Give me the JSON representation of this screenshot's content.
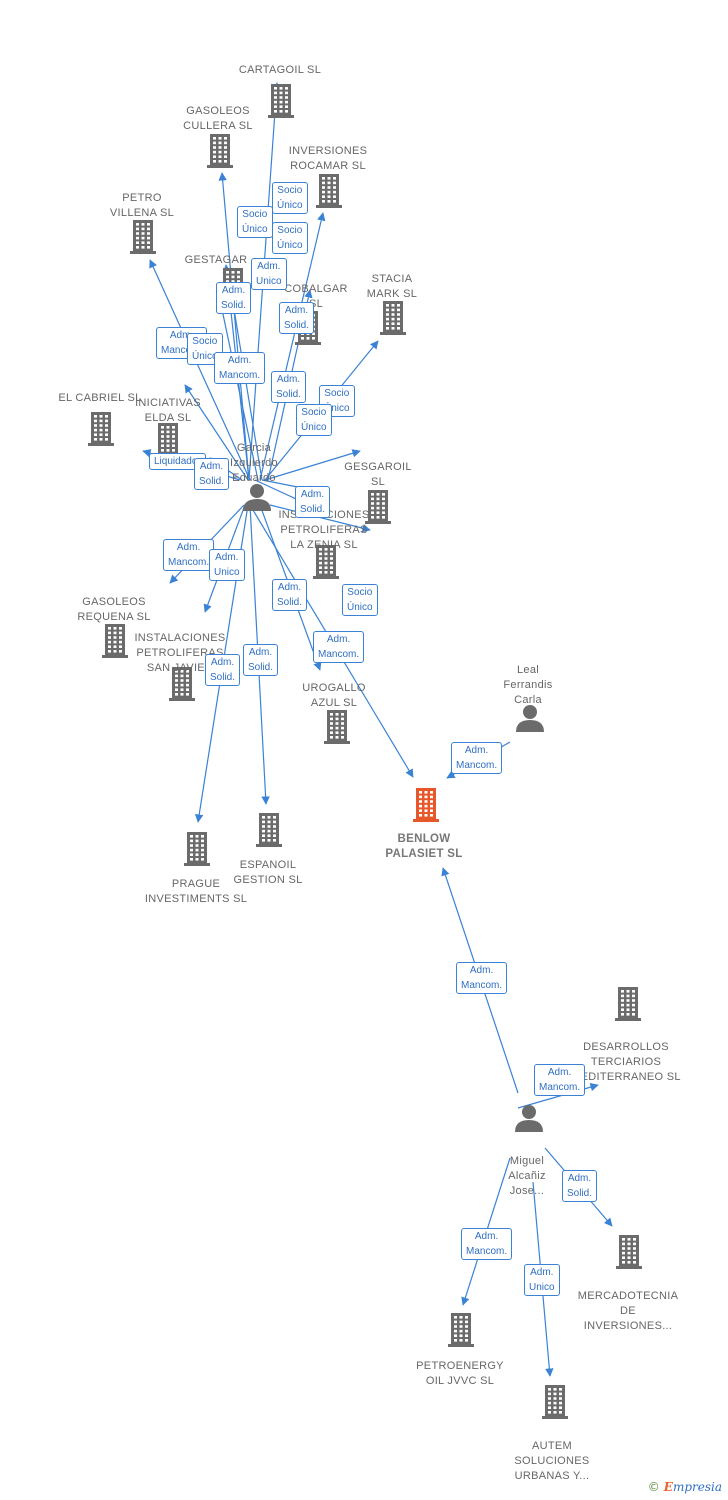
{
  "colors": {
    "edge": "#3a82d6",
    "building": "#6b6b6b",
    "focus": "#e8572a",
    "person": "#6b6b6b",
    "label": "#666666"
  },
  "nodes": [
    {
      "id": "cartagoil",
      "kind": "company",
      "label": "CARTAGOIL  SL"
    },
    {
      "id": "gasoleos_cullera",
      "kind": "company",
      "label": "GASOLEOS\nCULLERA  SL"
    },
    {
      "id": "inversiones_rocamar",
      "kind": "company",
      "label": "INVERSIONES\nROCAMAR  SL"
    },
    {
      "id": "petro_villena",
      "kind": "company",
      "label": "PETRO\nVILLENA  SL"
    },
    {
      "id": "gestagar",
      "kind": "company",
      "label": "GESTAGAR"
    },
    {
      "id": "cobalgar",
      "kind": "company",
      "label": "COBALGAR\nSL"
    },
    {
      "id": "stacia_mark",
      "kind": "company",
      "label": "STACIA\nMARK  SL"
    },
    {
      "id": "el_cabriel",
      "kind": "company",
      "label": "EL CABRIEL SL"
    },
    {
      "id": "iniciativas_elda",
      "kind": "company",
      "label": "INICIATIVAS\nELDA  SL"
    },
    {
      "id": "gesgaroil",
      "kind": "company",
      "label": "GESGAROIL\nSL"
    },
    {
      "id": "instalaciones_zenia",
      "kind": "company",
      "label": "INSTALACIONES\nPETROLIFERAS\nLA ZENIA  SL"
    },
    {
      "id": "gasoleos_requena",
      "kind": "company",
      "label": "GASOLEOS\nREQUENA SL"
    },
    {
      "id": "instalaciones_sanjavier",
      "kind": "company",
      "label": "INSTALACIONES\nPETROLIFERAS\nSAN JAVIER"
    },
    {
      "id": "urogallo",
      "kind": "company",
      "label": "UROGALLO\nAZUL  SL"
    },
    {
      "id": "prague",
      "kind": "company",
      "label": "PRAGUE\nINVESTIMENTS SL"
    },
    {
      "id": "espanoil",
      "kind": "company",
      "label": "ESPANOIL\nGESTION  SL"
    },
    {
      "id": "benlow",
      "kind": "focus",
      "label": "BENLOW\nPALASIET  SL"
    },
    {
      "id": "leal",
      "kind": "person",
      "label": "Leal\nFerrandis\nCarla"
    },
    {
      "id": "garcia",
      "kind": "person",
      "label": "Garcia\nIzquierdo\nEduardo"
    },
    {
      "id": "desarrollos",
      "kind": "company",
      "label": "DESARROLLOS\nTERCIARIOS\nMEDITERRANEO SL"
    },
    {
      "id": "miguel",
      "kind": "person",
      "label": "Miguel\nAlcañiz\nJose..."
    },
    {
      "id": "mercadotecnia",
      "kind": "company",
      "label": "MERCADOTECNIA\nDE\nINVERSIONES..."
    },
    {
      "id": "petroenergy",
      "kind": "company",
      "label": "PETROENERGY\nOIL JVVC  SL"
    },
    {
      "id": "autem",
      "kind": "company",
      "label": "AUTEM\nSOLUCIONES\nURBANAS Y..."
    }
  ],
  "edges": [
    {
      "from": "garcia",
      "to": "cartagoil",
      "label": "Socio\nÚnico"
    },
    {
      "from": "garcia",
      "to": "gasoleos_cullera",
      "label": "Socio\nÚnico"
    },
    {
      "from": "garcia",
      "to": "inversiones_rocamar",
      "label": "Socio\nÚnico"
    },
    {
      "from": "garcia",
      "to": "gestagar",
      "label": "Adm.\nUnico"
    },
    {
      "from": "garcia",
      "to": "gasoleos_cullera",
      "label": "Adm.\nSolid."
    },
    {
      "from": "garcia",
      "to": "cobalgar",
      "label": "Adm.\nSolid."
    },
    {
      "from": "garcia",
      "to": "petro_villena",
      "label": "Adm.\nMancom."
    },
    {
      "from": "garcia",
      "to": "iniciativas_elda",
      "label": "Socio\nÚnico"
    },
    {
      "from": "garcia",
      "to": "gestagar",
      "label": "Adm.\nMancom."
    },
    {
      "from": "garcia",
      "to": "stacia_mark",
      "label": "Adm.\nSolid."
    },
    {
      "from": "garcia",
      "to": "gesgaroil",
      "label": "Socio\nÚnico"
    },
    {
      "from": "garcia",
      "to": "instalaciones_zenia",
      "label": "Socio\nÚnico"
    },
    {
      "from": "garcia",
      "to": "el_cabriel",
      "label": "Liquidador"
    },
    {
      "from": "garcia",
      "to": "el_cabriel",
      "label": "Adm.\nSolid."
    },
    {
      "from": "garcia",
      "to": "instalaciones_zenia",
      "label": "Adm.\nSolid."
    },
    {
      "from": "garcia",
      "to": "gasoleos_requena",
      "label": "Adm.\nMancom."
    },
    {
      "from": "garcia",
      "to": "instalaciones_sanjavier",
      "label": "Adm.\nUnico"
    },
    {
      "from": "garcia",
      "to": "urogallo",
      "label": "Adm.\nSolid."
    },
    {
      "from": "garcia",
      "to": "gesgaroil",
      "label": "Socio\nÚnico"
    },
    {
      "from": "garcia",
      "to": "benlow",
      "label": "Adm.\nMancom."
    },
    {
      "from": "garcia",
      "to": "prague",
      "label": "Adm.\nSolid."
    },
    {
      "from": "garcia",
      "to": "espanoil",
      "label": "Adm.\nSolid."
    },
    {
      "from": "leal",
      "to": "benlow",
      "label": "Adm.\nMancom."
    },
    {
      "from": "miguel",
      "to": "benlow",
      "label": "Adm.\nMancom."
    },
    {
      "from": "miguel",
      "to": "desarrollos",
      "label": "Adm.\nMancom."
    },
    {
      "from": "miguel",
      "to": "mercadotecnia",
      "label": "Adm.\nSolid."
    },
    {
      "from": "miguel",
      "to": "petroenergy",
      "label": "Adm.\nMancom."
    },
    {
      "from": "miguel",
      "to": "autem",
      "label": "Adm.\nUnico"
    }
  ],
  "brand": {
    "copyright": "©",
    "name_first": "E",
    "name_rest": "mpresia"
  }
}
